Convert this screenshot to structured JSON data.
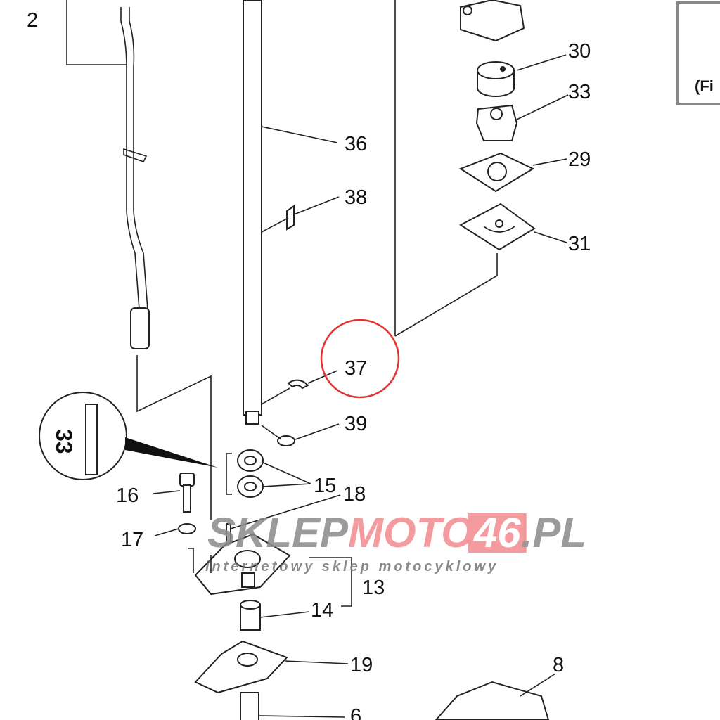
{
  "diagram": {
    "callouts": [
      "2",
      "30",
      "33",
      "36",
      "29",
      "38",
      "31",
      "37",
      "39",
      "15",
      "16",
      "18",
      "17",
      "13",
      "14",
      "19",
      "8",
      "6"
    ],
    "inset_box_text": "(Fi",
    "inset_circle_text": "33",
    "highlight_color": "#e53030",
    "highlighted_part": "37"
  },
  "watermark": {
    "part1": "SKLEP",
    "part2": "MOTO",
    "part3": "46",
    "part4": ".PL",
    "tagline": "internetowy sklep motocyklowy",
    "gray": "#8a8a8a",
    "pink": "#f28a8e"
  }
}
